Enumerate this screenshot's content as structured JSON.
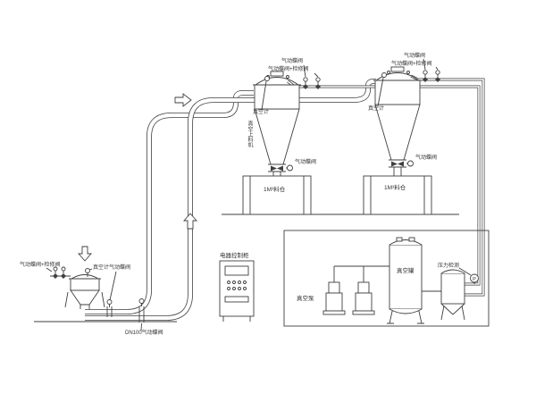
{
  "colors": {
    "line": "#3f3f3f",
    "background": "#ffffff"
  },
  "units": {
    "unit1": {
      "valve_top": "气动蝶阀",
      "valve_service": "气动蝶阀+检修阀",
      "vacuum_gauge": "真空计",
      "side_label": "真空上料机",
      "discharge_valve": "气动蝶阀",
      "silo": "1M³料仓"
    },
    "unit2": {
      "valve_top": "气动蝶阀",
      "valve_service": "气动蝶阀+检修阀",
      "vacuum_gauge": "真空计",
      "discharge_valve": "气动蝶阀",
      "silo": "1M³料仓"
    }
  },
  "feeder": {
    "valve_service": "气动蝶阀+检修阀",
    "vacuum_gauge": "真空计",
    "valve": "气动蝶阀",
    "dn_valve": "DN100气动蝶阀"
  },
  "cabinet": {
    "label": "电器控制柜"
  },
  "pump_room": {
    "pump_label": "真空泵",
    "tank_label": "真空罐",
    "pressure_label": "压力检测",
    "instrument_tag": "P"
  }
}
